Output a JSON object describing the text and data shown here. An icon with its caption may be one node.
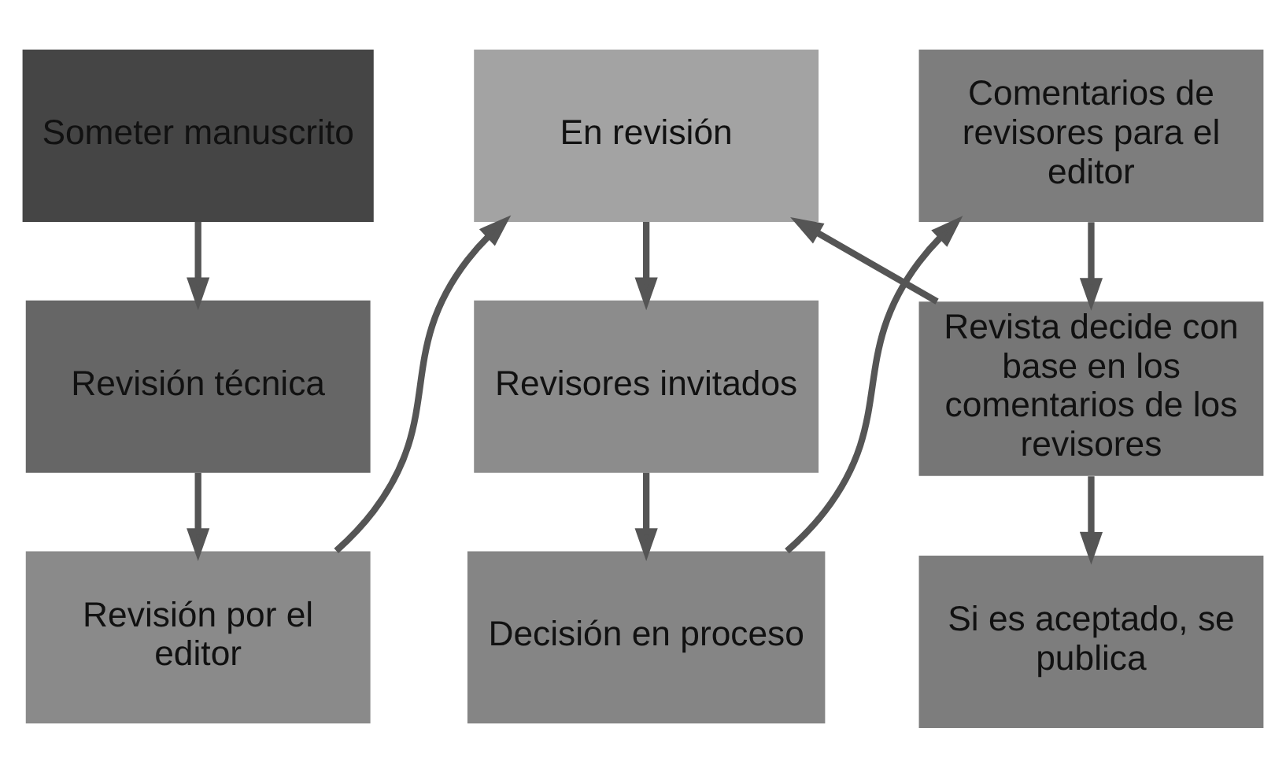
{
  "diagram": {
    "nodes": [
      {
        "text": [
          "Someter manuscrito"
        ]
      },
      {
        "text": [
          "Revisión técnica"
        ]
      },
      {
        "text": [
          "Revisión por el editor"
        ]
      },
      {
        "text": [
          "En revisión"
        ]
      },
      {
        "text": [
          "Revisores invitados"
        ]
      },
      {
        "text": [
          "Decisión en proceso"
        ]
      },
      {
        "text": [
          "Comentarios de revisores para el editor"
        ]
      },
      {
        "text": [
          "Revista decide con base en los comentarios de los revisores"
        ]
      },
      {
        "text": [
          "Si es aceptado, se publica"
        ]
      }
    ],
    "edges": [
      {
        "from": 0,
        "to": 1,
        "arrow": "to"
      },
      {
        "from": 1,
        "to": 2,
        "arrow": "to"
      },
      {
        "from": 2,
        "to": 3,
        "arrow": "to"
      },
      {
        "from": 3,
        "to": 4,
        "arrow": "to"
      },
      {
        "from": 4,
        "to": 5,
        "arrow": "to"
      },
      {
        "from": 5,
        "to": 6,
        "arrow": "to"
      },
      {
        "from": 6,
        "to": 7,
        "arrow": "to"
      },
      {
        "from": 7,
        "to": 8,
        "arrow": "to"
      },
      {
        "from": 7,
        "to": 3,
        "arrow": "to"
      }
    ]
  }
}
